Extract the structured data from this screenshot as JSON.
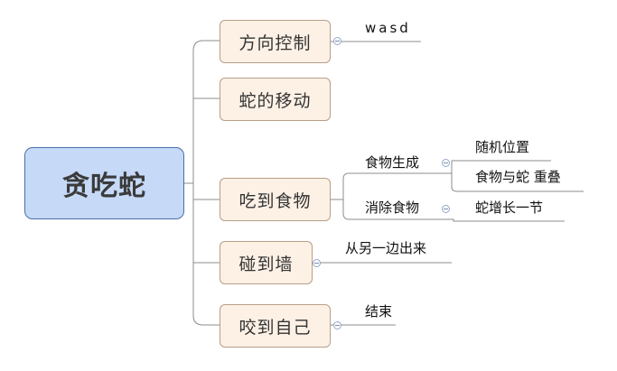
{
  "diagram": {
    "root": "贪吃蛇",
    "branches": [
      {
        "label": "方向控制",
        "children": [
          {
            "label": "wasd"
          }
        ]
      },
      {
        "label": "蛇的移动"
      },
      {
        "label": "吃到食物",
        "children": [
          {
            "label": "食物生成",
            "children": [
              {
                "label": "随机位置"
              },
              {
                "label": "食物与蛇 重叠"
              }
            ]
          },
          {
            "label": "消除食物",
            "children": [
              {
                "label": "蛇增长一节"
              }
            ]
          }
        ]
      },
      {
        "label": "碰到墙",
        "children": [
          {
            "label": "从另一边出来"
          }
        ]
      },
      {
        "label": "咬到自己",
        "children": [
          {
            "label": "结束"
          }
        ]
      }
    ]
  },
  "colors": {
    "root_fill": "#c6d9f7",
    "root_border": "#4a6fa8",
    "branch_fill": "#fdf1e6",
    "branch_border": "#b79e87",
    "connector": "#8c8c8c"
  },
  "icons": {
    "collapse": "collapse-circle-icon"
  }
}
